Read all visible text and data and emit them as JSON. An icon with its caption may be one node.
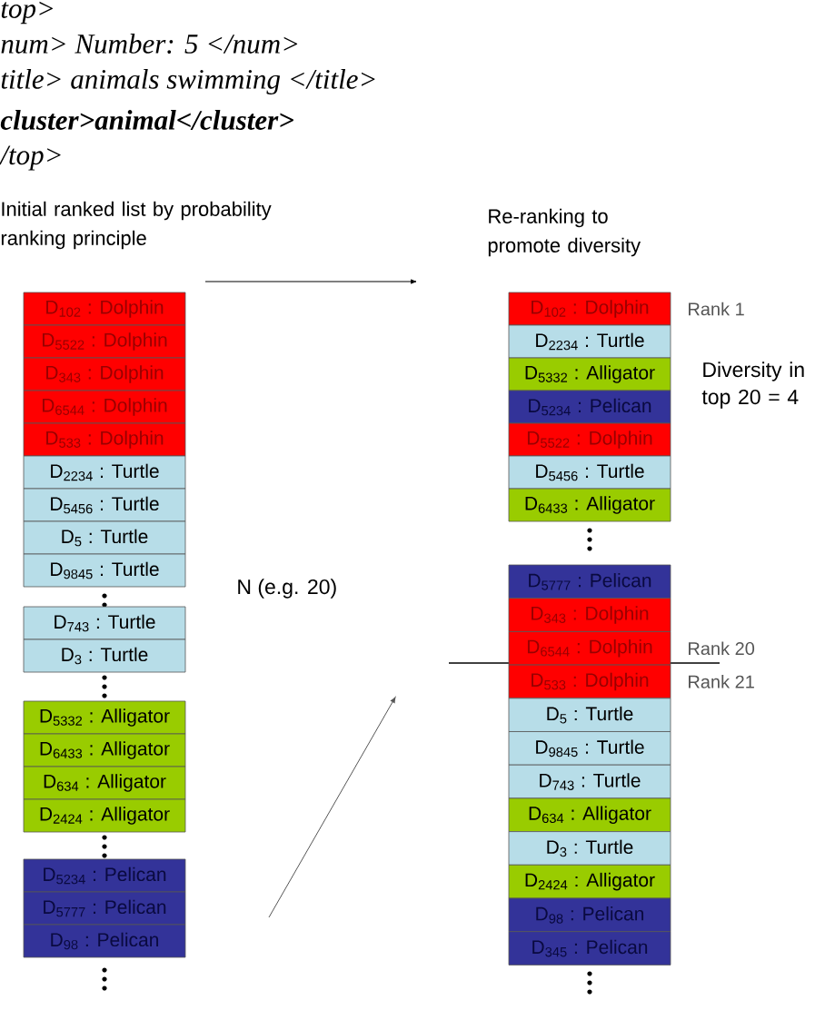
{
  "diagram": {
    "nodes": [
      {
        "text": [
          "D$_{102}$ : Dolphin"
        ]
      },
      {
        "text": [
          "D$_{5522}$ : Dolphin"
        ]
      },
      {
        "text": [
          "D$_{343}$ : Dolphin"
        ]
      },
      {
        "text": [
          "D$_{6544}$ : Dolphin"
        ]
      },
      {
        "text": [
          "D$_{533}$ : Dolphin"
        ]
      },
      {
        "text": [
          "D$_{2234}$ : Turtle"
        ]
      },
      {
        "text": [
          "D$_{5456}$ : Turtle"
        ]
      },
      {
        "text": [
          "D$_{5}$ : Turtle"
        ]
      },
      {
        "text": [
          "D$_{9845}$ : Turtle"
        ]
      },
      {
        "text": [
          "D$_{743}$ : Turtle"
        ]
      },
      {
        "text": [
          "D$_{3}$ : Turtle"
        ]
      },
      {
        "text": [
          "D$_{5332}$ : Alligator"
        ]
      },
      {
        "text": [
          "D$_{6433}$ : Alligator"
        ]
      },
      {
        "text": [
          "D$_{634}$ : Alligator"
        ]
      },
      {
        "text": [
          "D$_{2424}$ : Alligator"
        ]
      },
      {
        "text": [
          "D$_{5234}$ : Pelican"
        ]
      },
      {
        "text": [
          "D$_{5777}$ : Pelican"
        ]
      },
      {
        "text": [
          "D$_{98}$ : Pelican"
        ]
      },
      {
        "text": [
          "D$_{102}$ : Dolphin"
        ],
        "beside": [
          "Rank 1"
        ]
      },
      {
        "text": [
          "D$_{2234}$ : Turtle"
        ]
      },
      {
        "text": [
          "D$_{5332}$ : Alligator"
        ]
      },
      {
        "text": [
          "D$_{5234}$ : Pelican"
        ]
      },
      {
        "text": [
          "D$_{5522}$ : Dolphin"
        ]
      },
      {
        "text": [
          "D$_{5456}$ : Turtle"
        ]
      },
      {
        "text": [
          "D$_{6433}$ : Alligator"
        ]
      },
      {
        "text": [
          "D$_{5777}$ : Pelican"
        ]
      },
      {
        "text": [
          "D$_{343}$ : Dolphin"
        ]
      },
      {
        "text": [
          "D$_{6544}$ : Dolphin"
        ],
        "beside": [
          "Rank 20"
        ]
      },
      {
        "text": [
          "D$_{533}$ : Dolphin"
        ],
        "beside": [
          "Rank 21"
        ]
      },
      {
        "text": [
          "D$_{5}$ : Turtle"
        ]
      },
      {
        "text": [
          "D$_{9845}$ : Turtle"
        ]
      },
      {
        "text": [
          "D$_{743}$ : Turtle"
        ]
      },
      {
        "text": [
          "D$_{634}$ : Alligator"
        ]
      },
      {
        "text": [
          "D$_{3}$ : Turtle"
        ]
      },
      {
        "text": [
          "D$_{2424}$ : Alligator"
        ]
      },
      {
        "text": [
          "D$_{98}$ : Pelican"
        ]
      },
      {
        "text": [
          "D$_{345}$ : Pelican"
        ]
      }
    ],
    "labels": [
      "top>",
      "num> Number: 5 </num>",
      "title> animals swimming </title>",
      "cluster>animal</cluster>",
      "/top>",
      "Initial ranked list by probability ranking principle",
      "Re-ranking to promote diversity",
      "Diversity in top 20 = 4",
      "N (e.g. 20)"
    ]
  }
}
